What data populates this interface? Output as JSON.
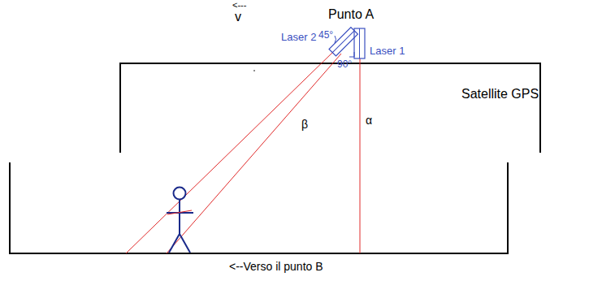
{
  "diagram": {
    "labels": [
      "Punto A",
      "<---",
      "v",
      "Laser 2",
      "45°",
      "Laser 1",
      "90°",
      "Satellite GPS",
      "β",
      "α",
      "<--Verso il punto B"
    ]
  }
}
